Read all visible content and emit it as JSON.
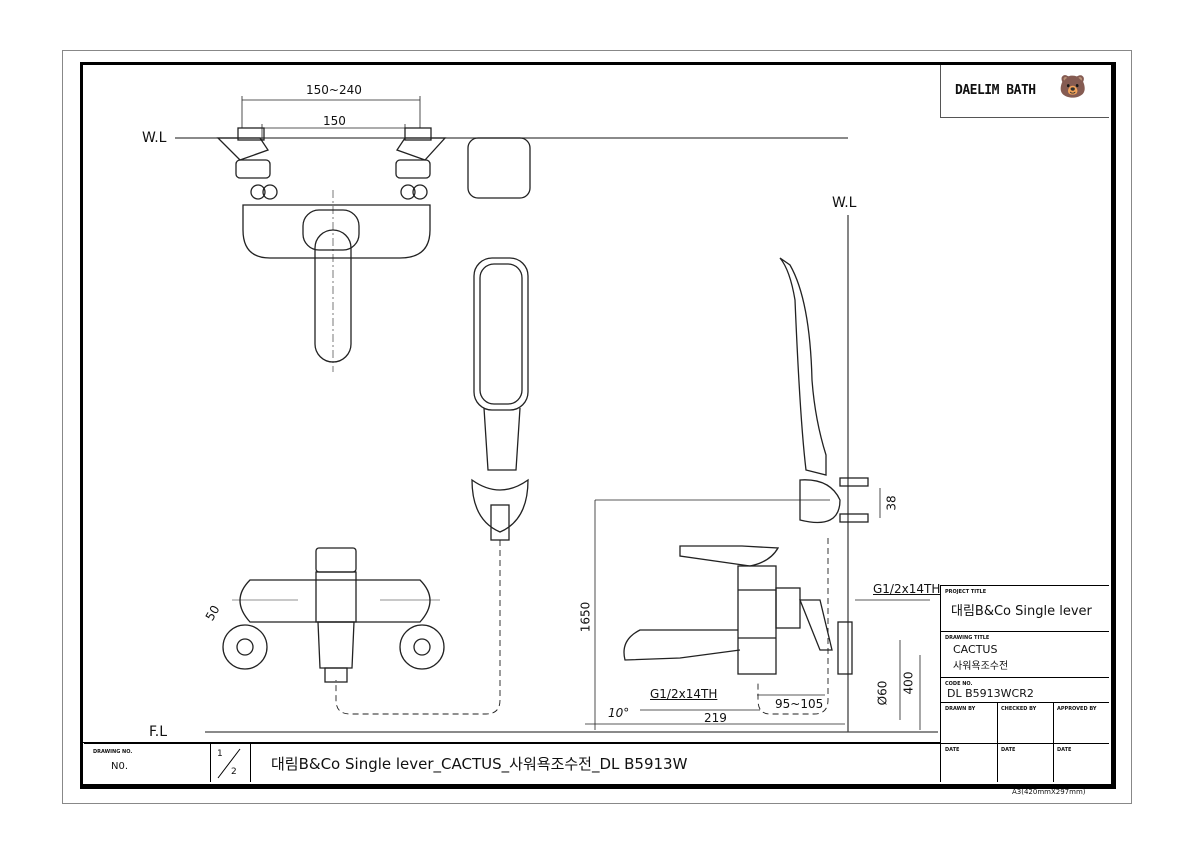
{
  "logo": {
    "text": "DAELIM BATH"
  },
  "drawing": {
    "labels": {
      "water_line_1": "W.L",
      "water_line_2": "W.L",
      "floor_line": "F.L"
    },
    "dimensions": {
      "pitch_range": "150~240",
      "pitch": "150",
      "angle_offset": "50",
      "height": "1650",
      "spout_angle": "10°",
      "projection": "219",
      "thread_outlet": "G1/2x14TH",
      "thread_inlet": "G1/2x14TH",
      "wall_range": "95~105",
      "flange_dia": "Ø60",
      "install_height": "400",
      "holder_spacing": "38"
    }
  },
  "title_block": {
    "project_title_label": "PROJECT TITLE",
    "project_title": "대림B&Co Single lever",
    "drawing_title_label": "DRAWING TITLE",
    "drawing_title_line1": "CACTUS",
    "drawing_title_line2": "사워욕조수전",
    "code_label": "CODE NO.",
    "code": "DL B5913WCR2",
    "drawn_by": "DRAWN BY",
    "checked_by": "CHECKED BY",
    "approved_by": "APPROVED BY",
    "date1": "DATE",
    "date2": "DATE",
    "date3": "DATE"
  },
  "bottom_bar": {
    "drawing_no_label": "DRAWING NO.",
    "drawing_no": "N0.",
    "sheet_num": "1",
    "sheet_total": "2",
    "full_title": "대림B&Co Single lever_CACTUS_사워욕조수전_DL B5913W"
  },
  "paper_size": "A3(420mmX297mm)"
}
